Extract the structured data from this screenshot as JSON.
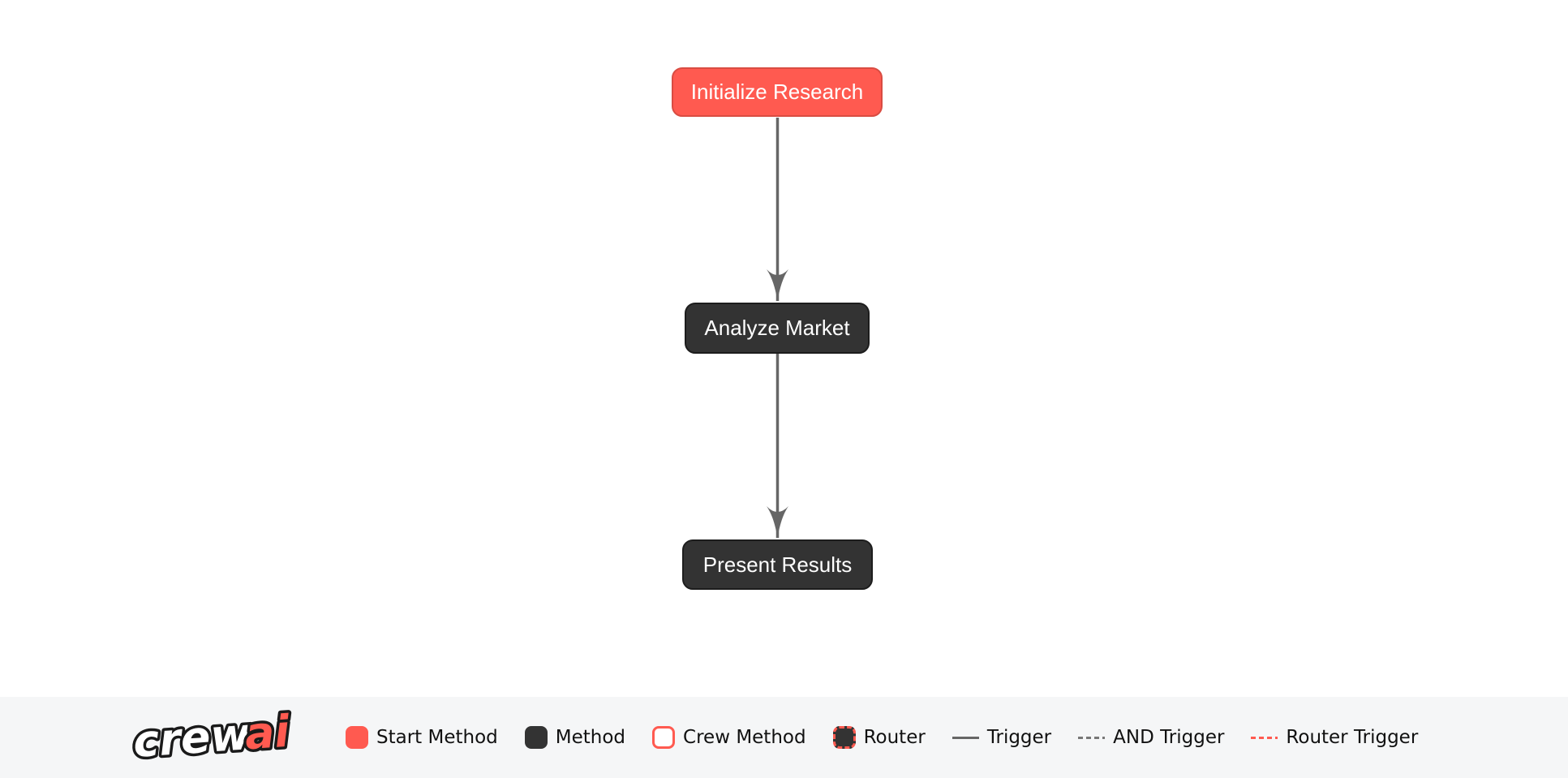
{
  "canvas": {
    "nodes": [
      {
        "label": "Initialize Research",
        "type": "start-method"
      },
      {
        "label": "Analyze Market",
        "type": "method"
      },
      {
        "label": "Present Results",
        "type": "method"
      }
    ],
    "edges": [
      {
        "from": "Initialize Research",
        "to": "Analyze Market",
        "type": "trigger"
      },
      {
        "from": "Analyze Market",
        "to": "Present Results",
        "type": "trigger"
      }
    ]
  },
  "legend": {
    "logo": {
      "crew": "crew",
      "ai": "ai"
    },
    "items": [
      {
        "label": "Start Method",
        "swatch": "start-method-box"
      },
      {
        "label": "Method",
        "swatch": "method-box"
      },
      {
        "label": "Crew Method",
        "swatch": "crew-method-box"
      },
      {
        "label": "Router",
        "swatch": "router-box"
      },
      {
        "label": "Trigger",
        "swatch": "solid-gray-line"
      },
      {
        "label": "AND Trigger",
        "swatch": "dashed-gray-line"
      },
      {
        "label": "Router Trigger",
        "swatch": "dashed-red-line"
      }
    ]
  },
  "colors": {
    "start_method_fill": "#FF5A50",
    "start_method_border": "#D94C42",
    "method_fill": "#333333",
    "method_border": "#1D1D1D",
    "node_text": "#FFFFFF",
    "trigger_line": "#666666",
    "router_trigger_line": "#FF5A50",
    "legend_background": "#F5F6F7",
    "canvas_background": "#FFFFFF",
    "legend_text": "#111111"
  }
}
